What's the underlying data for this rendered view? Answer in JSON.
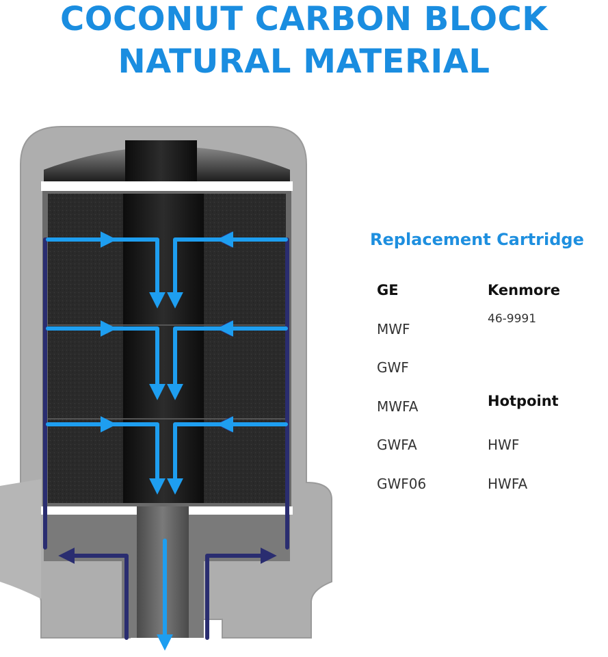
{
  "headline": {
    "line1": "COCONUT CARBON BLOCK",
    "line2": "NATURAL MATERIAL"
  },
  "panel": {
    "title": "Replacement Cartridge",
    "brands": [
      {
        "name": "GE",
        "models": [
          "MWF",
          "GWF",
          "MWFA",
          "GWFA",
          "GWF06"
        ]
      },
      {
        "name": "Kenmore",
        "models": [
          "46-9991"
        ]
      },
      {
        "name": "Hotpoint",
        "models": [
          "HWF",
          "HWFA"
        ]
      }
    ]
  },
  "colors": {
    "title_blue": "#1a8de0",
    "flow_light": "#1e9ef0",
    "flow_dark": "#2a2d70",
    "housing": "#aeaeae",
    "carbon": "#2a2a2a"
  },
  "diagram_icons": [
    "filter-cartridge-cross-section",
    "water-flow-arrow"
  ]
}
